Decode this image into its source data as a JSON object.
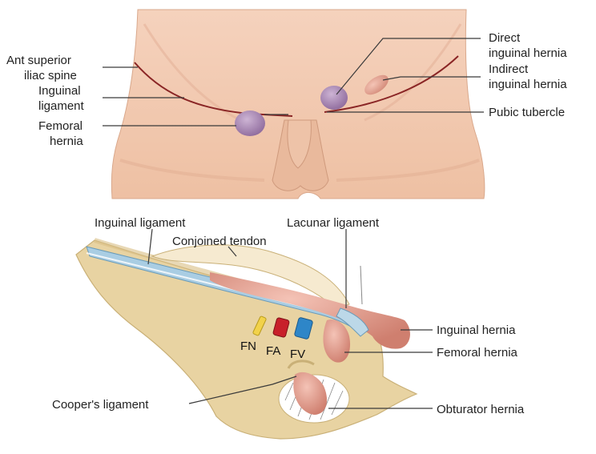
{
  "top_diagram": {
    "labels": {
      "ant_superior_iliac_spine_line1": "Ant superior",
      "ant_superior_iliac_spine_line2": "iliac spine",
      "inguinal_ligament_line1": "Inguinal",
      "inguinal_ligament_line2": "ligament",
      "femoral_hernia_line1": "Femoral",
      "femoral_hernia_line2": "hernia",
      "direct_inguinal_hernia_line1": "Direct",
      "direct_inguinal_hernia_line2": "inguinal hernia",
      "indirect_inguinal_hernia_line1": "Indirect",
      "indirect_inguinal_hernia_line2": "inguinal hernia",
      "pubic_tubercle": "Pubic tubercle"
    }
  },
  "bottom_diagram": {
    "labels": {
      "inguinal_ligament": "Inguinal ligament",
      "conjoined_tendon": "Conjoined tendon",
      "lacunar_ligament": "Lacunar ligament",
      "inguinal_hernia": "Inguinal hernia",
      "femoral_hernia": "Femoral hernia",
      "coopers_ligament": "Cooper's ligament",
      "obturator_hernia": "Obturator hernia",
      "fn": "FN",
      "fa": "FA",
      "fv": "FV"
    }
  },
  "colors": {
    "skin": "#f2c9b0",
    "skin_shadow": "#e6b396",
    "bone": "#e7d6a4",
    "hernia_purple": "#a98bb4",
    "hernia_pink": "#d99a8a",
    "ligament_blue": "#a9cde3",
    "nerve_yellow": "#f2d24a",
    "artery_red": "#c8202a",
    "vein_blue": "#2e86c8"
  }
}
